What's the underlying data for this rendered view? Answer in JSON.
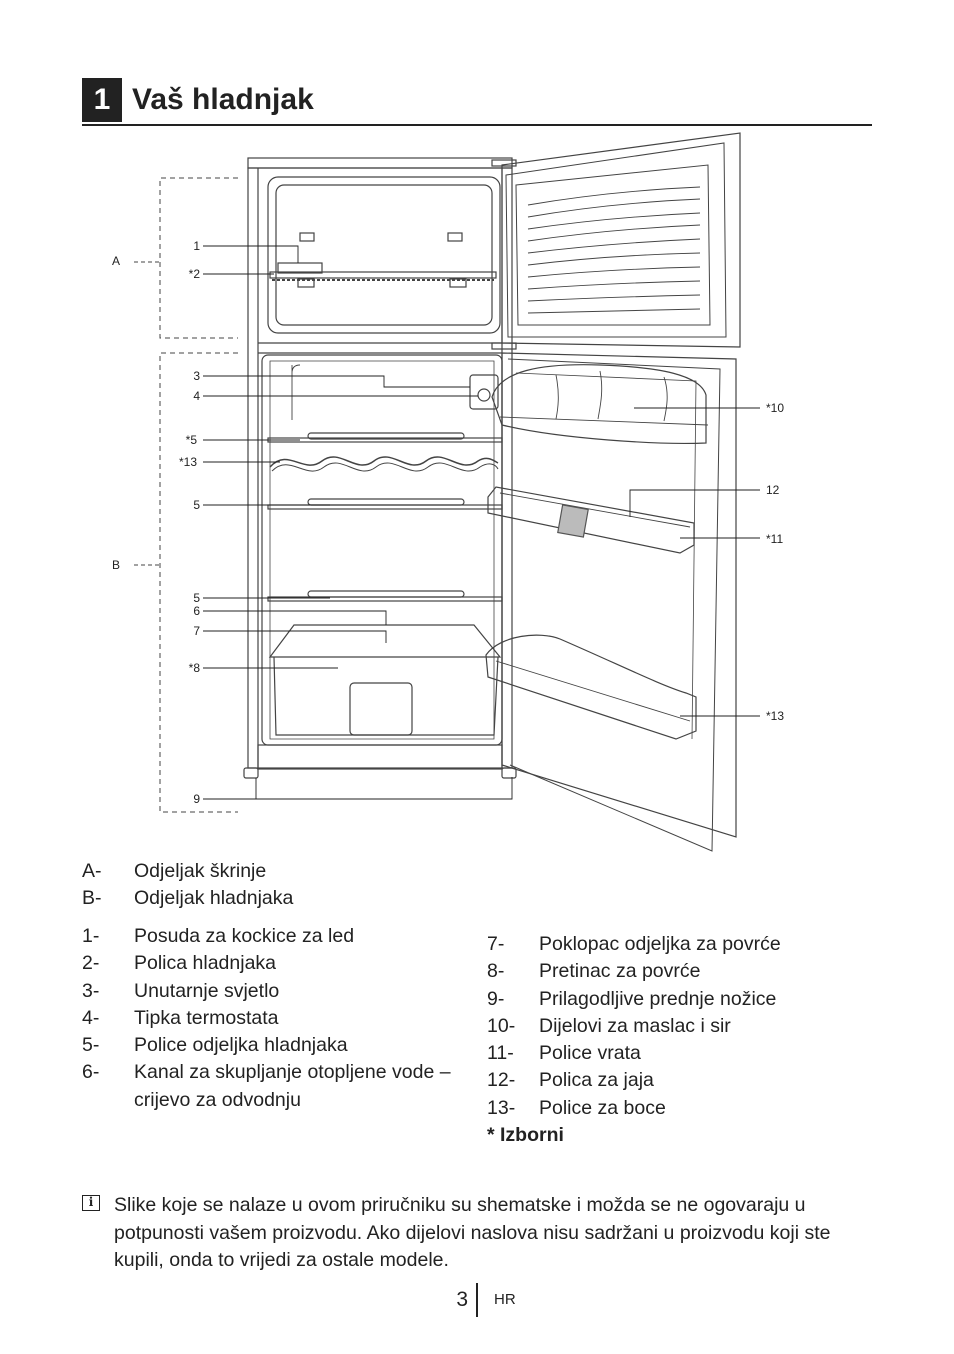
{
  "section": {
    "number": "1",
    "title": "Vaš hladnjak"
  },
  "diagram": {
    "zone_labels": {
      "a": "A",
      "b": "B"
    },
    "callouts": {
      "c1": "1",
      "c2": "*2",
      "c3": "3",
      "c4": "4",
      "c5a": "*5",
      "c13a": "*13",
      "c5b": "5",
      "c5c": "5",
      "c6": "6",
      "c7": "7",
      "c8": "*8",
      "c9": "9",
      "c10": "*10",
      "c12": "12",
      "c11": "*11",
      "c13b": "*13"
    }
  },
  "legend_ab": [
    {
      "key": "A-",
      "label": "Odjeljak škrinje"
    },
    {
      "key": "B-",
      "label": "Odjeljak hladnjaka"
    }
  ],
  "legend_left": [
    {
      "key": "1-",
      "label": "Posuda za kockice za led"
    },
    {
      "key": "2-",
      "label": "Polica hladnjaka"
    },
    {
      "key": "3-",
      "label": "Unutarnje svjetlo"
    },
    {
      "key": "4-",
      "label": "Tipka termostata"
    },
    {
      "key": "5-",
      "label": "Police odjeljka hladnjaka"
    },
    {
      "key": "6-",
      "label": "Kanal za skupljanje otopljene vode –"
    },
    {
      "key": "",
      "label": "crijevo za odvodnju"
    }
  ],
  "legend_right": [
    {
      "key": "7-",
      "label": "Poklopac odjeljka za povrće"
    },
    {
      "key": "8-",
      "label": "Pretinac za povrće"
    },
    {
      "key": "9-",
      "label": "Prilagodljive prednje nožice"
    },
    {
      "key": "10-",
      "label": "Dijelovi za maslac i sir"
    },
    {
      "key": "11-",
      "label": "Police vrata"
    },
    {
      "key": "12-",
      "label": "Polica za jaja"
    },
    {
      "key": "13-",
      "label": "Police za boce"
    }
  ],
  "optional_note": "* Izborni",
  "info_note": {
    "icon": "info-icon",
    "text": "Slike koje se nalaze u ovom priručniku su shematske i možda se ne ogovaraju u potpunosti vašem proizvodu. Ako dijelovi naslova nisu sadržani u proizvodu koji ste kupili, onda to vrijedi za ostale modele."
  },
  "footer": {
    "page": "3",
    "lang": "HR"
  }
}
